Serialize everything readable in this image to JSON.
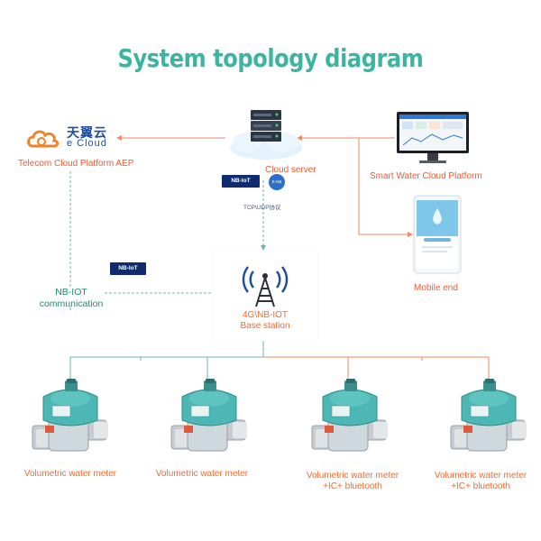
{
  "title": "System topology diagram",
  "telecom": {
    "logo_cn": "天翼云",
    "logo_en": "e Cloud",
    "label": "Telecom Cloud Platform AEP"
  },
  "cloud_server": {
    "label": "Cloud server",
    "protocol": "TCP\\UDP协议",
    "nbiot_badge": "NB-IoT",
    "e_badge": "E-NB"
  },
  "smart_water": {
    "label": "Smart Water Cloud Platform"
  },
  "mobile": {
    "label": "Mobile end"
  },
  "nbiot_link": {
    "badge": "NB-IoT",
    "label_line1": "NB-IOT",
    "label_line2": "communication"
  },
  "base_station": {
    "label_line1": "4G\\NB-IOT",
    "label_line2": "Base station"
  },
  "meters": [
    {
      "line1": "Volumetric water meter",
      "line2": ""
    },
    {
      "line1": "Volumetric water meter",
      "line2": ""
    },
    {
      "line1": "Volumetric water meter",
      "line2": "+IC+ bluetooth"
    },
    {
      "line1": "Volumetric water meter",
      "line2": "+IC+ bluetooth"
    }
  ],
  "colors": {
    "title": "#3cb5a0",
    "orange_line": "#f08a66",
    "green_line": "#59b38d",
    "dashed_green": "#6fb99a",
    "meter_body": "#cfd8dc",
    "meter_top": "#4cb7b4"
  }
}
